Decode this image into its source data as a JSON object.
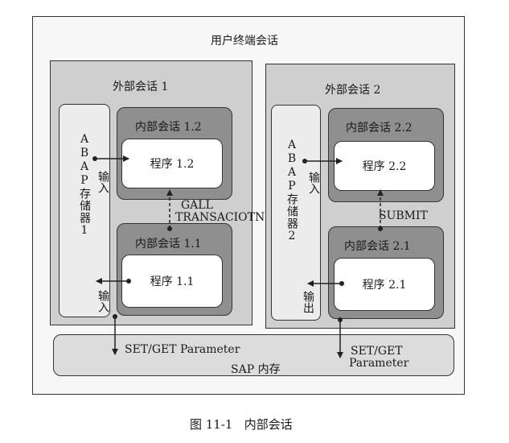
{
  "terminal_session_label": "用户终端会话",
  "outer1": {
    "title": "外部会话 1",
    "abap_memory": "ABAP存储器1",
    "inner_top": {
      "title": "内部会话 1.2",
      "program": "程序 1.2"
    },
    "inner_bottom": {
      "title": "内部会话 1.1",
      "program": "程序 1.1"
    },
    "input_top": "输入",
    "input_bottom": "输入",
    "call_label_line1": "GALL",
    "call_label_line2": "TRANSACIOTN"
  },
  "outer2": {
    "title": "外部会话 2",
    "abap_memory": "ABAP存储器2",
    "inner_top": {
      "title": "内部会话 2.2",
      "program": "程序 2.2"
    },
    "inner_bottom": {
      "title": "内部会话 2.1",
      "program": "程序 2.1"
    },
    "input_top": "输入",
    "output_bottom": "输出",
    "submit_label": "SUBMIT"
  },
  "sap_memory": {
    "label": "SAP 内存",
    "param_left": "SET/GET Parameter",
    "param_right_line1": "SET/GET",
    "param_right_line2": "Parameter"
  },
  "caption": "图 11-1   内部会话"
}
